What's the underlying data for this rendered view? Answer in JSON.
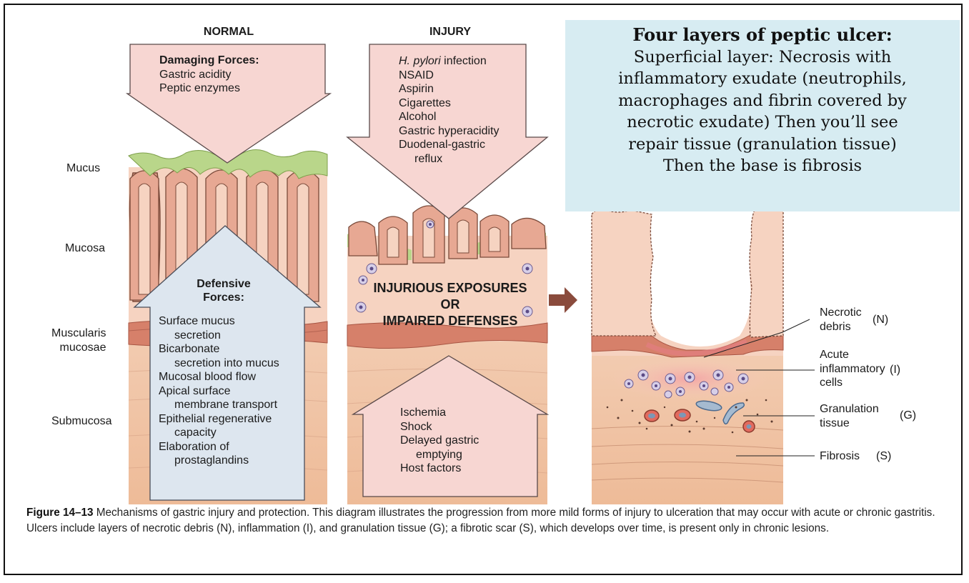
{
  "columns": {
    "normal_heading": "NORMAL",
    "injury_heading": "INJURY"
  },
  "layer_labels": {
    "mucus": "Mucus",
    "mucosa": "Mucosa",
    "muscularis_line1": "Muscularis",
    "muscularis_line2": "mucosae",
    "submucosa": "Submucosa"
  },
  "normal": {
    "damaging_title": "Damaging Forces:",
    "damaging_items": [
      "Gastric acidity",
      "Peptic enzymes"
    ],
    "defensive_title_1": "Defensive",
    "defensive_title_2": "Forces:",
    "defensive_items": [
      "Surface mucus",
      "secretion",
      "Bicarbonate",
      "secretion into mucus",
      "Mucosal blood flow",
      "Apical surface",
      "membrane transport",
      "Epithelial regenerative",
      "capacity",
      "Elaboration of",
      "prostaglandins"
    ]
  },
  "injury": {
    "top_first_italic": "H. pylori",
    "top_first_rest": " infection",
    "top_items": [
      "NSAID",
      "Aspirin",
      "Cigarettes",
      "Alcohol",
      "Gastric hyperacidity",
      "Duodenal-gastric",
      "reflux"
    ],
    "center_line1": "INJURIOUS EXPOSURES",
    "center_line2": "OR",
    "center_line3": "IMPAIRED DEFENSES",
    "bottom_items": [
      "Ischemia",
      "Shock",
      "Delayed gastric",
      "emptying",
      "Host factors"
    ]
  },
  "ulcer_labels": {
    "necrotic_1": "Necrotic",
    "necrotic_2": "debris",
    "necrotic_code": "(N)",
    "acute_1": "Acute",
    "acute_2": "inflammatory",
    "acute_code": "(I)",
    "acute_3": "cells",
    "gran_1": "Granulation",
    "gran_2": "tissue",
    "gran_code": "(G)",
    "fibrosis": "Fibrosis",
    "fibrosis_code": "(S)"
  },
  "callout": {
    "title": "Four layers of peptic ulcer:",
    "lines": [
      "Superficial layer: Necrosis with",
      "inflammatory exudate (neutrophils,",
      "macrophages and fibrin covered by",
      "necrotic exudate) Then you’ll see",
      "repair tissue (granulation tissue)",
      "Then the base is fibrosis"
    ]
  },
  "caption": {
    "figure_number": "Figure 14–13",
    "text": " Mechanisms of gastric injury and protection. This diagram illustrates the progression from more mild forms of injury to ulceration that may occur with acute or chronic gastritis. Ulcers include layers of necrotic debris (N), inflammation (I), and granulation tissue (G); a fibrotic scar (S), which develops over time, is present only in chronic lesions."
  },
  "colors": {
    "mucus": "#b9d68a",
    "epithelium": "#e3a088",
    "lamina": "#f6d2c0",
    "muscularis": "#d88470",
    "submucosa": "#f1c6a6",
    "arrow_pink": "#f7d6d2",
    "arrow_blue": "#dde6ef",
    "callout_bg": "#d7ecf2",
    "brown_arrow": "#8a4b3c"
  }
}
